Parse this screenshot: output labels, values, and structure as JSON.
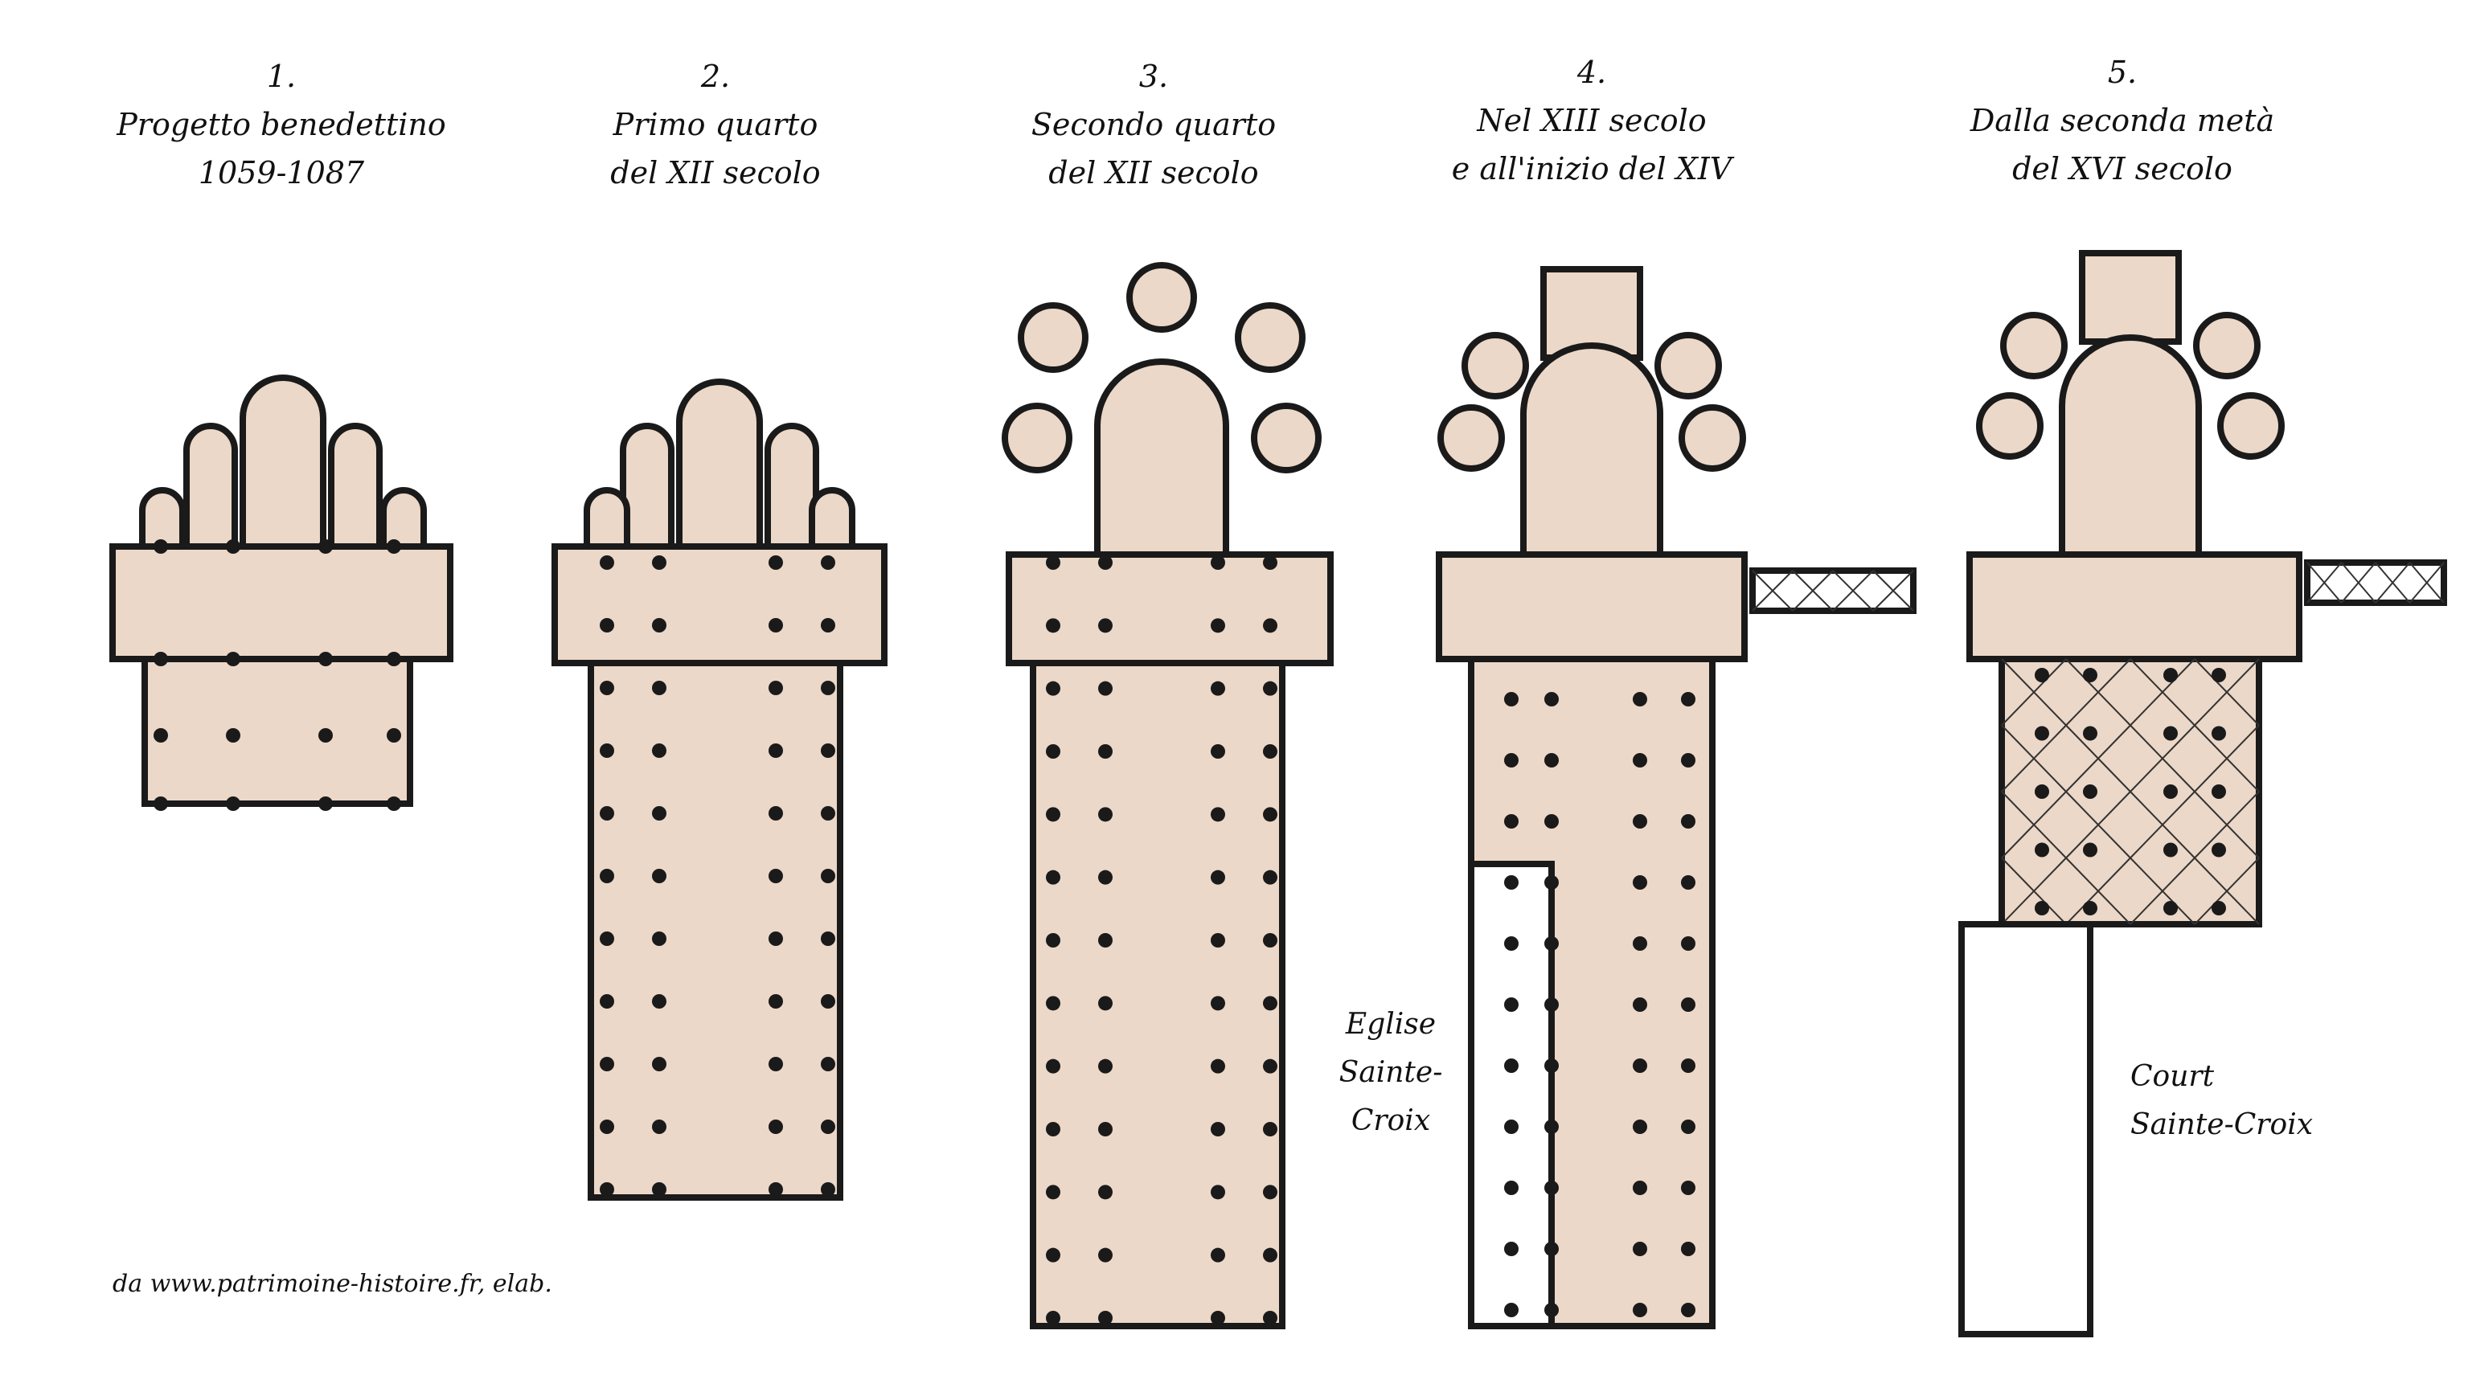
{
  "colors": {
    "wall": "#1a1a1a",
    "fill": "#ecd8c8",
    "paper": "#ffffff",
    "hatch": "#333333"
  },
  "plans": [
    {
      "num": "1.",
      "lines": [
        "Progetto benedettino",
        "1059-1087"
      ]
    },
    {
      "num": "2.",
      "lines": [
        "Primo quarto",
        "del XII secolo"
      ]
    },
    {
      "num": "3.",
      "lines": [
        "Secondo quarto",
        "del XII secolo"
      ]
    },
    {
      "num": "4.",
      "lines": [
        "Nel XIII secolo",
        "e all'inizio del XIV"
      ]
    },
    {
      "num": "5.",
      "lines": [
        "Dalla seconda metà",
        "del XVI secolo"
      ]
    }
  ],
  "labels": {
    "eglise": [
      "Eglise",
      "Sainte-",
      "Croix"
    ],
    "court": [
      "Court",
      "Sainte-Croix"
    ]
  },
  "credit": "da www.patrimoine-histoire.fr, elab."
}
